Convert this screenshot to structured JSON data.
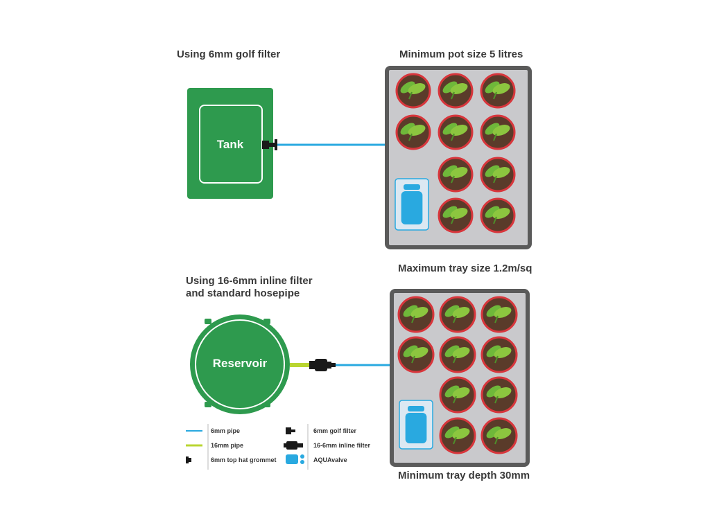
{
  "top": {
    "caption_left": "Using 6mm golf filter",
    "caption_right": "Minimum pot size 5 litres",
    "tank_label": "Tank"
  },
  "bottom": {
    "caption_left_line1": "Using 16-6mm inline filter",
    "caption_left_line2": "and standard hosepipe",
    "caption_right_top": "Maximum tray size 1.2m/sq",
    "caption_right_bottom": "Minimum tray depth 30mm",
    "reservoir_label": "Reservoir"
  },
  "legend": {
    "pipe_6mm": "6mm pipe",
    "pipe_16mm": "16mm pipe",
    "grommet": "6mm top hat grommet",
    "golf_filter": "6mm golf filter",
    "inline_filter": "16-6mm inline filter",
    "aquavalve": "AQUAvalve"
  },
  "colors": {
    "green": "#2e9a4e",
    "tray_border": "#5a5a5a",
    "tray_fill": "#c9c9cc",
    "pipe_6mm": "#29a9e0",
    "pipe_16mm": "#b9d531",
    "pot_rim": "#d8363c",
    "soil": "#5a3b2a",
    "leaf": "#6fb83a"
  }
}
